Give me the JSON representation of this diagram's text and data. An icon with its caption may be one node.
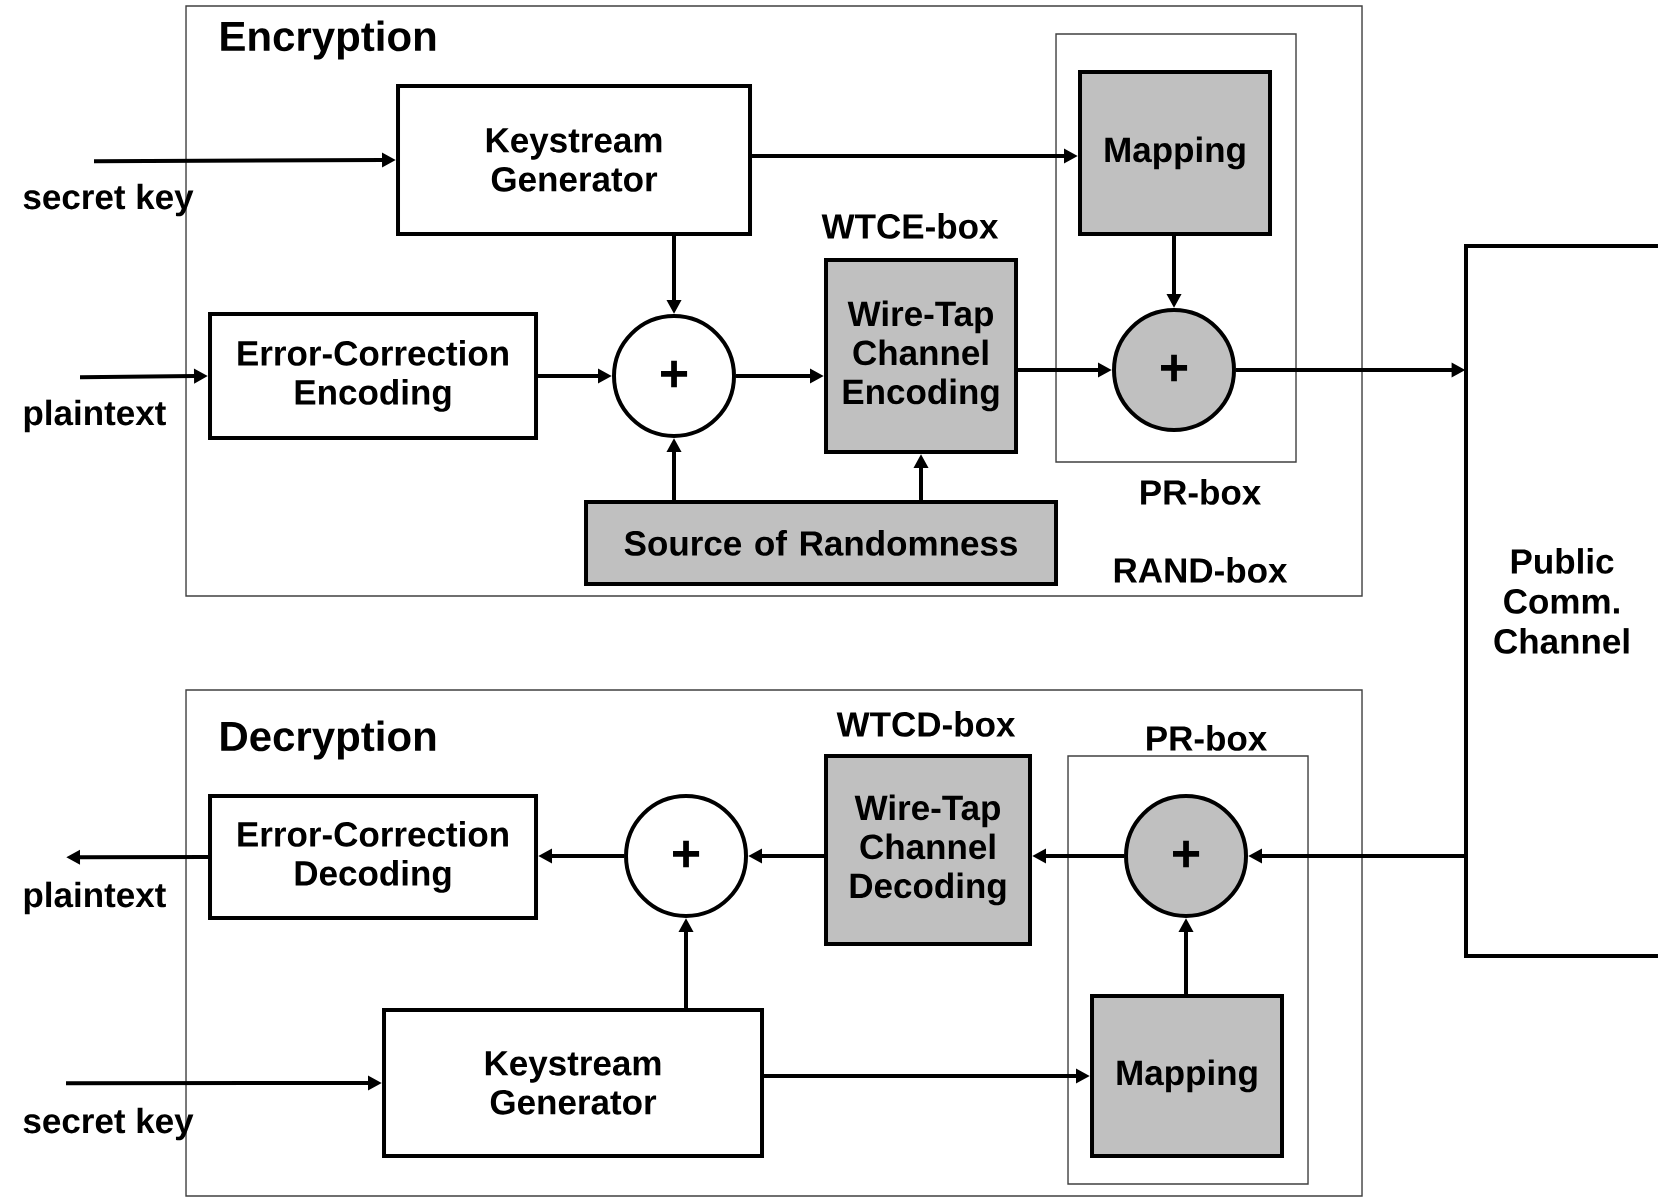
{
  "diagram": {
    "nodes": [
      {
        "text": [
          "Encryption"
        ]
      },
      {
        "text": [
          "PR-box"
        ],
        "in": 0
      },
      {
        "text": [
          "Keystream Generator"
        ],
        "in": 0
      },
      {
        "text": [
          "Error-Correction Encoding"
        ],
        "in": 0
      },
      {
        "text": [
          "+"
        ],
        "in": 0
      },
      {
        "text": [
          "WTCE-box",
          "Wire-Tap Channel Encoding"
        ],
        "in": 0
      },
      {
        "text": [
          "Source of Randomness"
        ],
        "beside": [
          "RAND-box"
        ],
        "in": 0
      },
      {
        "text": [
          "Mapping"
        ],
        "in": 1
      },
      {
        "text": [
          "+"
        ],
        "in": 1
      },
      {
        "text": [
          "Public Comm. Channel"
        ]
      },
      {
        "text": [
          "Decryption"
        ]
      },
      {
        "text": [
          "PR-box"
        ],
        "in": 10
      },
      {
        "text": [
          "Error-Correction Decoding"
        ],
        "in": 10
      },
      {
        "text": [
          "+"
        ],
        "in": 10
      },
      {
        "text": [
          "WTCD-box",
          "Wire-Tap Channel Decoding"
        ],
        "in": 10
      },
      {
        "text": [
          "Keystream Generator"
        ],
        "in": 10
      },
      {
        "text": [
          "+"
        ],
        "in": 11
      },
      {
        "text": [
          "Mapping"
        ],
        "in": 11
      },
      {
        "text": [
          "secret key"
        ]
      },
      {
        "text": [
          "plaintext"
        ]
      },
      {
        "text": [
          "plaintext"
        ]
      },
      {
        "text": [
          "secret key"
        ]
      }
    ],
    "edges": [
      {
        "from": 18,
        "to": 2,
        "arrow": "to"
      },
      {
        "from": 19,
        "to": 3,
        "arrow": "to"
      },
      {
        "from": 2,
        "to": 4,
        "arrow": "to"
      },
      {
        "from": 3,
        "to": 4,
        "arrow": "to"
      },
      {
        "from": 4,
        "to": 5,
        "arrow": "to"
      },
      {
        "from": 6,
        "to": 4,
        "arrow": "to"
      },
      {
        "from": 6,
        "to": 5,
        "arrow": "to"
      },
      {
        "from": 2,
        "to": 7,
        "arrow": "to"
      },
      {
        "from": 7,
        "to": 8,
        "arrow": "to"
      },
      {
        "from": 5,
        "to": 8,
        "arrow": "to"
      },
      {
        "from": 8,
        "to": 9,
        "arrow": "to"
      },
      {
        "from": 9,
        "to": 16,
        "arrow": "to"
      },
      {
        "from": 16,
        "to": 14,
        "arrow": "to"
      },
      {
        "from": 14,
        "to": 13,
        "arrow": "to"
      },
      {
        "from": 13,
        "to": 12,
        "arrow": "to"
      },
      {
        "from": 12,
        "to": 20,
        "arrow": "to"
      },
      {
        "from": 15,
        "to": 13,
        "arrow": "to"
      },
      {
        "from": 15,
        "to": 17,
        "arrow": "to"
      },
      {
        "from": 21,
        "to": 15,
        "arrow": "to"
      },
      {
        "from": 17,
        "to": 16,
        "arrow": "to"
      }
    ]
  }
}
